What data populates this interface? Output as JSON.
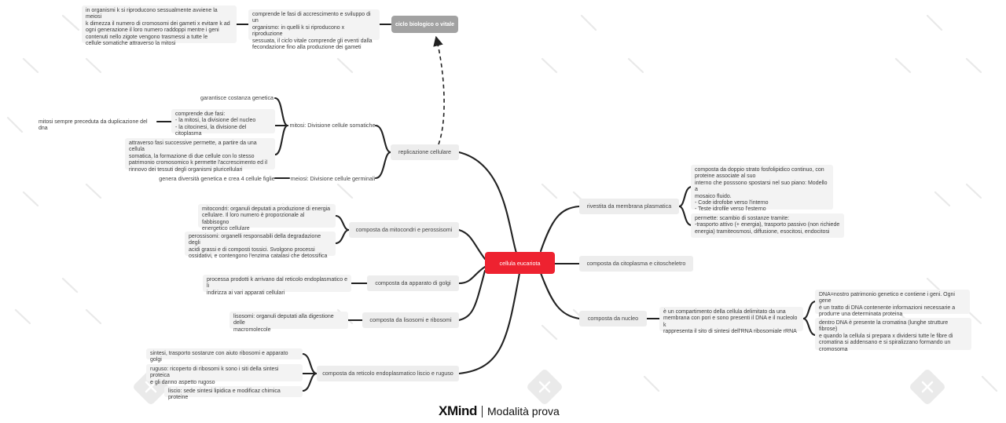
{
  "root": "cellula eucariota",
  "cycle_topic": "ciclo biologico o vitale",
  "cycle_desc": "comprende le fasi di accrescimento e sviluppo di un\norganismo: in quelli k si riproducono x riproduzione\nsessuata, il ciclo vitale comprende gli eventi dalla\nfecondazione fino alla produzione dei gameti",
  "meiosis_note": "in organismi k si riproducono sessualmente avviene la meiosi\nk dimezza il numero di cromosomi dei gameti x evitare k ad\nogni generazione il loro numero raddoppi mentre i geni\ncontenuti nello zigote vengono trasmessi a tutte le\ncellule somatiche attraverso la mitosi",
  "replication": "replicazione cellulare",
  "mitosis": "mitosi: Divisione cellule somatiche",
  "mitosis_c1": "garantisce costanza genetica",
  "mitosis_c2": "comprende due fasi:\n- la mitosi, la divisione del nucleo\n- la citocinesi, la divisione del citoplasma",
  "mitosis_c2_note": "mitosi sempre preceduta da duplicazione del dna",
  "mitosis_c3": "attraverso fasi successive permette, a partire da una cellula\nsomatica, la formazione di due cellule con lo stesso\npatrimonio cromosomico k permette l'accrescimento ed il\nrinnovo dei tessuti degli organismi pluricellulari",
  "meiosis": "meiosi: Divisione cellule germinali",
  "meiosis_c1": "genera diversità genetica e crea 4 cellule figlie",
  "mito": "composta da mitocondri e perossisomi",
  "mito_c1": "mitocondri: organuli deputati a produzione di energia\ncellulare. Il loro numero è proporzionale al fabbisogno\nenergetico cellulare",
  "mito_c2": "perossisomi: organelli responsabili della degradazione degli\nacidi grassi e di composti tossici. Svolgono processi\nossidativi, e contengono l'enzima catalasi che detossifica",
  "golgi": "composta da apparato di golgi",
  "golgi_c1": "processa prodotti k arrivano dal reticolo endoplasmatico e li\nindirizza ai vari apparati cellulari",
  "lyso": "composta da lisosomi e ribosomi",
  "lyso_c1": "lisosomi: organuli deputati alla digestione delle\nmacromolecole",
  "reticolo": "composta da reticolo endoplasmatico liscio e ruguso",
  "ret_c1": "sintesi, trasporto sostanze con aiuto ribosomi e apparato golgi",
  "ret_c2": "ruguso: ricoperto di ribosomi k sono i siti della sintesi proteica\ne gli danno aspetto rugoso",
  "ret_c3": "liscio: sede sintesi lipidica e modificaz chimica proteine",
  "membrana": "rivestita da membrana plasmatica",
  "mem_c1": "composta da doppio strato fosfolipidico continuo, con\nproteine associate al suo\ninterno che posssono spostarsi nel suo piano: Modello a\nmosaico fluido.\n- Code idrofobe verso l'interno\n- Teste idrofile verso l'esterno",
  "mem_c2": "permette: scambio di sostanze tramite:\n-trasporto attivo (+ energia), trasporto passivo (non richiede\nenergia) tramiteosmosi, diffusione, esocitosi, endocitosi",
  "cito": "composta da citoplasma e citoscheletro",
  "nucleo": "composta da nucleo",
  "nuc_c1": "è un compartimento della cellula delimitato da una\nmembrana con pori e sono presenti il DNA e il nucleolo k\nrappresenta il sito di sintesi dell'RNA ribosomiale rRNA",
  "nuc_c1a": "DNA=nostro patrimonio genetico e contiene i geni. Ogni gene\nè un tratto di DNA contenente informazioni necessarie a\nprodurre una determinata proteina",
  "nuc_c1b": "dentro DNA è presente la cromatina (lunghe strutture fibrose)\ne quando la cellula si prepara x dividersi tutte le fibre di\ncromatina si addensano e si spiralizzano formando un\ncromosoma",
  "footer_brand": "XMind",
  "footer_mode": "Modalità prova"
}
